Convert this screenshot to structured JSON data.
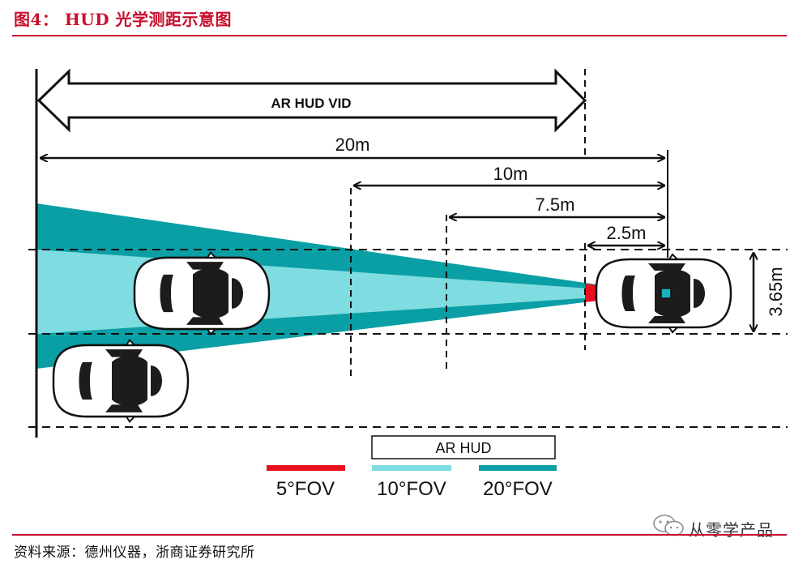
{
  "figure": {
    "title": "图4： HUD 光学测距示意图",
    "source": "资料来源：德州仪器，浙商证券研究所",
    "watermark": "从零学产品"
  },
  "dimensions": {
    "vid_label": "AR HUD VID",
    "dist_20": "20m",
    "dist_10": "10m",
    "dist_7_5": "7.5m",
    "dist_2_5": "2.5m",
    "lane_width": "3.65m"
  },
  "legend": {
    "title": "AR HUD",
    "items": [
      {
        "label": "5°FOV",
        "color": "#e8101e"
      },
      {
        "label": "10°FOV",
        "color": "#7fdce0"
      },
      {
        "label": "20°FOV",
        "color": "#0a9fa4"
      }
    ]
  },
  "colors": {
    "accent_red": "#c8102e",
    "fov_5": "#e8101e",
    "fov_10": "#7fdce0",
    "fov_20": "#0a9fa4"
  }
}
